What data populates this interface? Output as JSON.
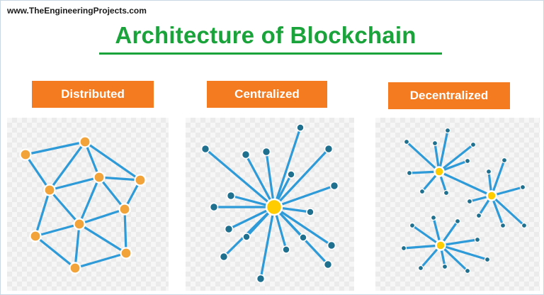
{
  "site": {
    "url": "www.TheEngineeringProjects.com"
  },
  "title": "Architecture of Blockchain",
  "labels": {
    "distributed": "Distributed",
    "centralized": "Centralized",
    "decentralized": "Decentralized"
  },
  "colors": {
    "title": "#1aa33a",
    "label_bg": "#f47b20",
    "edge": "#2e9bd8",
    "node_orange": "#f2a43a",
    "hub_yellow": "#ffcc00",
    "node_teal": "#1f6f8f"
  }
}
